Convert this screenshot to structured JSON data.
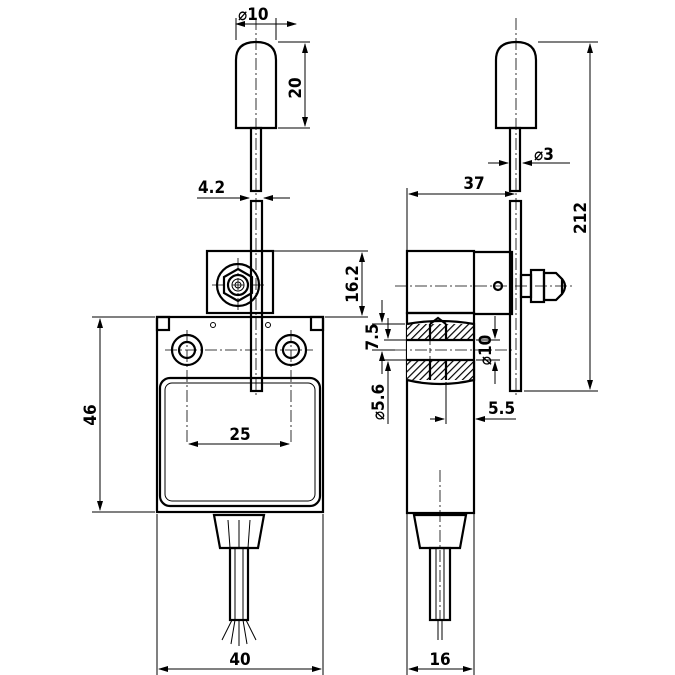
{
  "dimensions": {
    "front_plunger_diameter": "10",
    "front_plunger_height": "20",
    "front_rod_offset": "4.2",
    "front_head_height": "16.2",
    "front_hole_spacing": "25",
    "front_body_height": "46",
    "front_body_width": "40",
    "side_rod_diameter": "3",
    "side_rod_offset": "37",
    "side_total_height": "212",
    "side_hole_offset": "7.5",
    "side_hole_diameter": "10",
    "side_small_hole_diameter": "5.6",
    "side_hole_depth": "5.5",
    "side_body_width": "16"
  },
  "symbols": {
    "diameter": "⌀"
  }
}
